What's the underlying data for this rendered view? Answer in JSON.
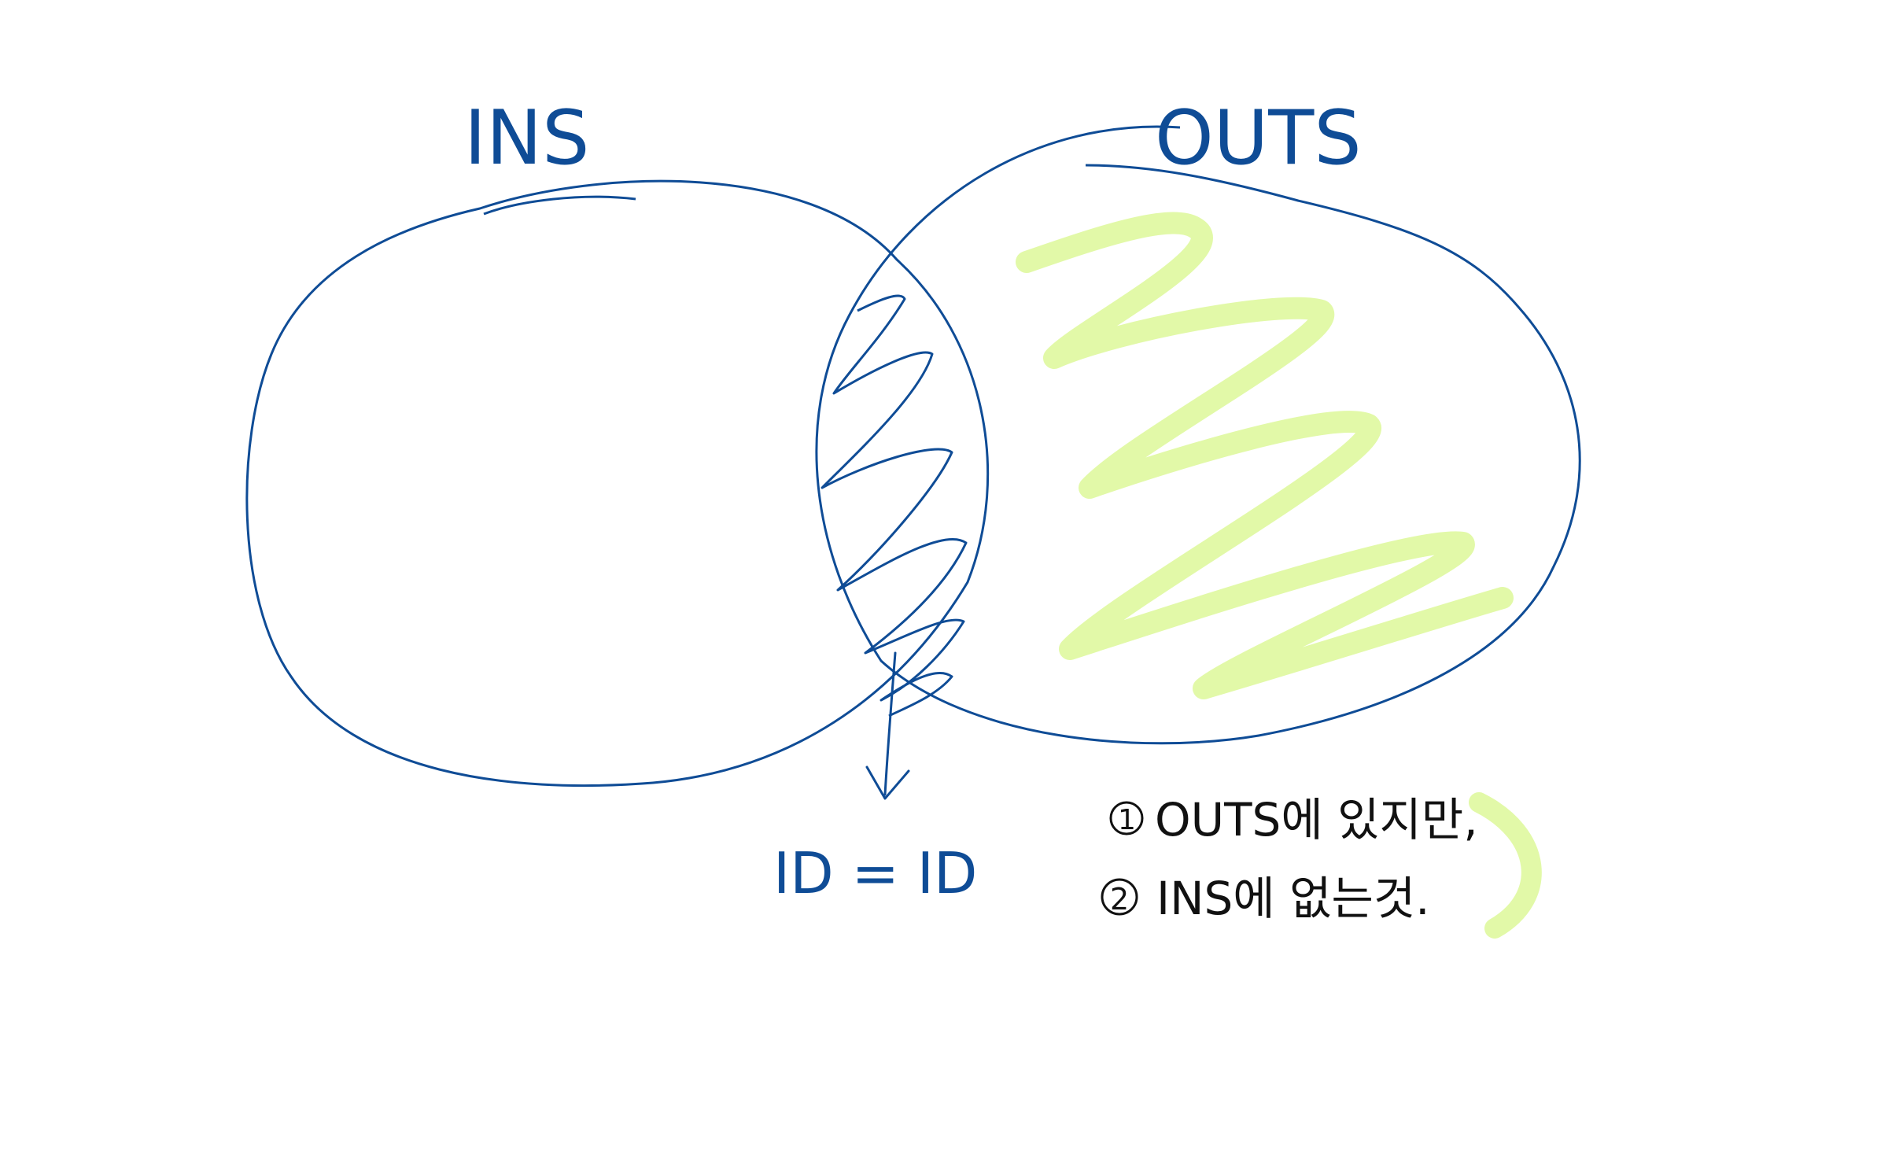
{
  "sets": {
    "left": {
      "label": "INS"
    },
    "right": {
      "label": "OUTS"
    }
  },
  "join_label": "ID = ID",
  "notes": [
    {
      "marker": "1",
      "text": "OUTS에 있지만,"
    },
    {
      "marker": "2",
      "text": "INS에 없는것."
    }
  ],
  "colors": {
    "ink_blue": "#0f4c96",
    "ink_black": "#111111",
    "highlight": "#e2f9a8",
    "background": "#ffffff"
  }
}
